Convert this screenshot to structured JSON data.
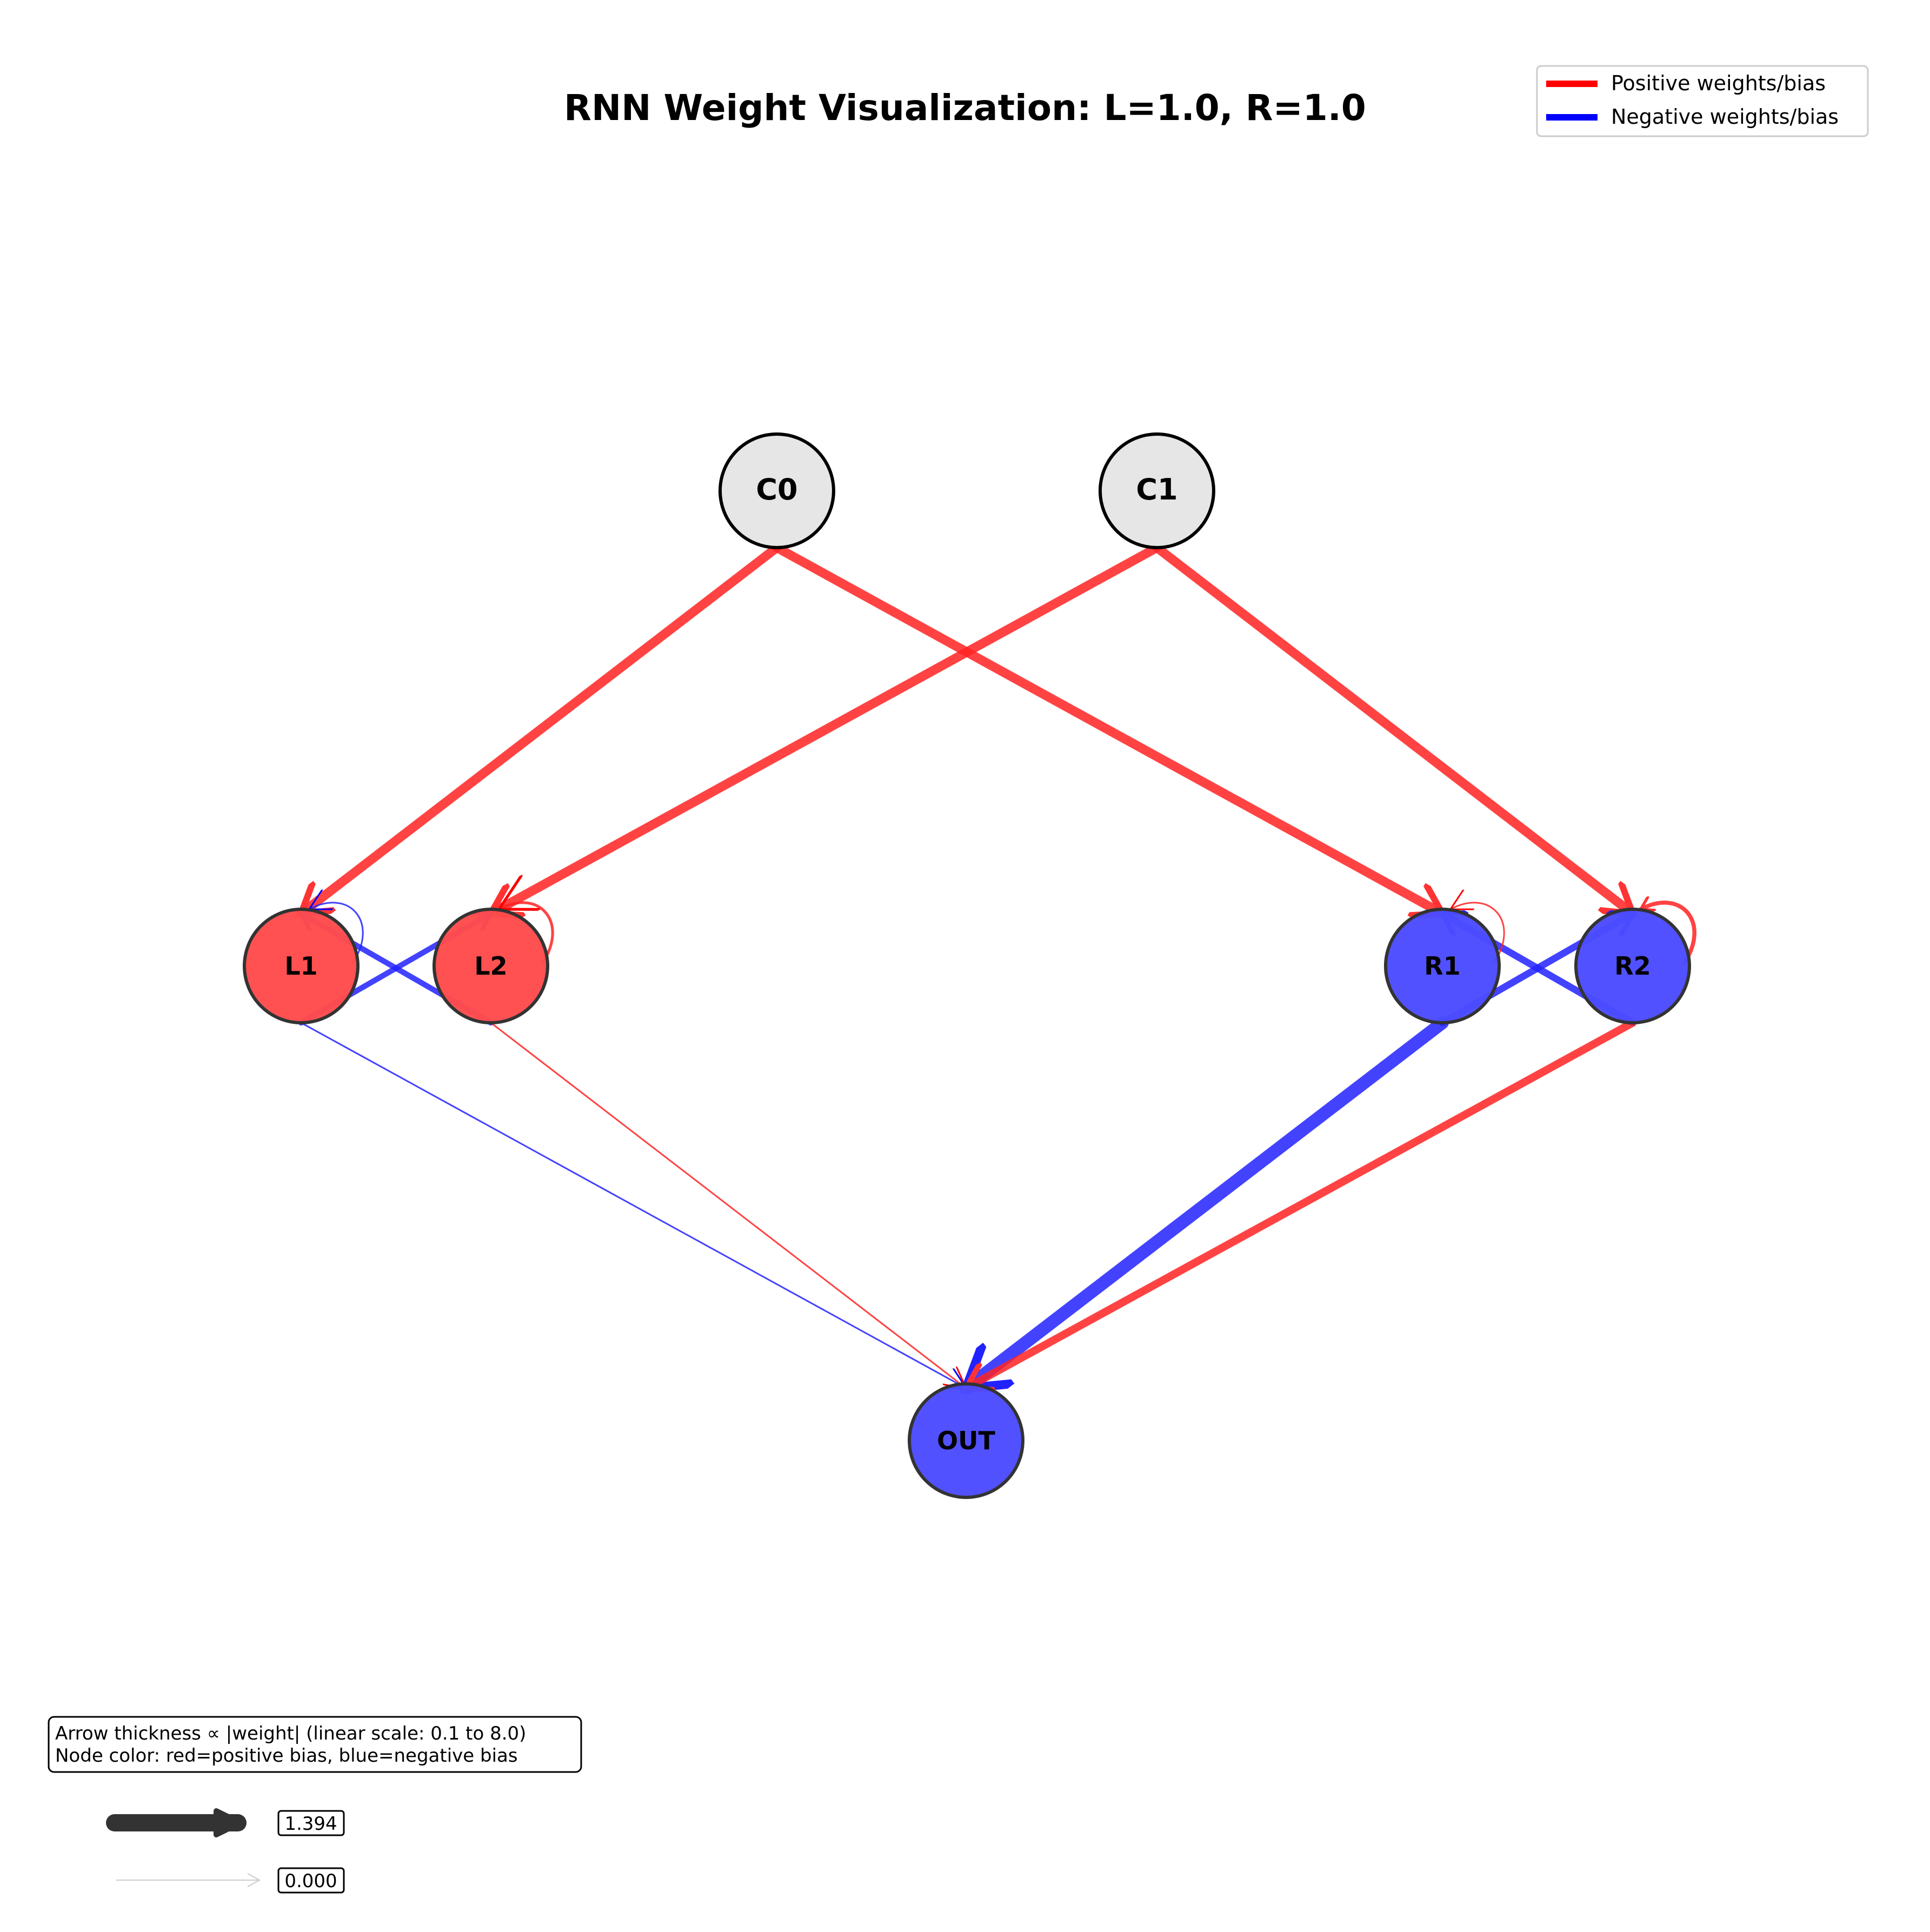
{
  "title": "RNN Weight Visualization: L=1.0, R=1.0",
  "legend": {
    "positive_label": "Positive weights/bias",
    "negative_label": "Negative weights/bias"
  },
  "colors": {
    "positive": "#ff0000",
    "negative": "#0000ff",
    "positive_node": "#ff4b4b",
    "negative_node": "#4b4bff",
    "input_node": "#e6e6e6"
  },
  "nodes": {
    "C0": {
      "label": "C0",
      "kind": "input"
    },
    "C1": {
      "label": "C1",
      "kind": "input"
    },
    "L1": {
      "label": "L1",
      "kind": "positive"
    },
    "L2": {
      "label": "L2",
      "kind": "positive"
    },
    "R1": {
      "label": "R1",
      "kind": "negative"
    },
    "R2": {
      "label": "R2",
      "kind": "negative"
    },
    "OUT": {
      "label": "OUT",
      "kind": "negative"
    }
  },
  "edges": [
    {
      "from": "C0",
      "to": "L1",
      "sign": "positive",
      "weight": 1.0
    },
    {
      "from": "C0",
      "to": "R1",
      "sign": "positive",
      "weight": 1.0
    },
    {
      "from": "C1",
      "to": "L2",
      "sign": "positive",
      "weight": 1.0
    },
    {
      "from": "C1",
      "to": "R2",
      "sign": "positive",
      "weight": 1.0
    },
    {
      "from": "L1",
      "to": "L2",
      "sign": "negative",
      "weight": 0.6
    },
    {
      "from": "L2",
      "to": "L1",
      "sign": "negative",
      "weight": 0.6
    },
    {
      "from": "R1",
      "to": "R2",
      "sign": "negative",
      "weight": 0.75
    },
    {
      "from": "R2",
      "to": "R1",
      "sign": "negative",
      "weight": 0.75
    },
    {
      "from": "L1",
      "to": "OUT",
      "sign": "negative",
      "weight": 0.1
    },
    {
      "from": "L2",
      "to": "OUT",
      "sign": "positive",
      "weight": 0.1
    },
    {
      "from": "R1",
      "to": "OUT",
      "sign": "negative",
      "weight": 1.394
    },
    {
      "from": "R2",
      "to": "OUT",
      "sign": "positive",
      "weight": 0.85
    }
  ],
  "self_loops": [
    {
      "node": "L1",
      "sign": "negative",
      "weight": 0.05
    },
    {
      "node": "L2",
      "sign": "positive",
      "weight": 0.55
    },
    {
      "node": "R1",
      "sign": "positive",
      "weight": 0.25
    },
    {
      "node": "R2",
      "sign": "positive",
      "weight": 0.8
    }
  ],
  "info_box": {
    "line1": "Arrow thickness ∝ |weight| (linear scale: 0.1 to 8.0)",
    "line2": "Node color: red=positive bias, blue=negative bias"
  },
  "scale_legend": {
    "max_label": "1.394",
    "min_label": "0.000"
  }
}
